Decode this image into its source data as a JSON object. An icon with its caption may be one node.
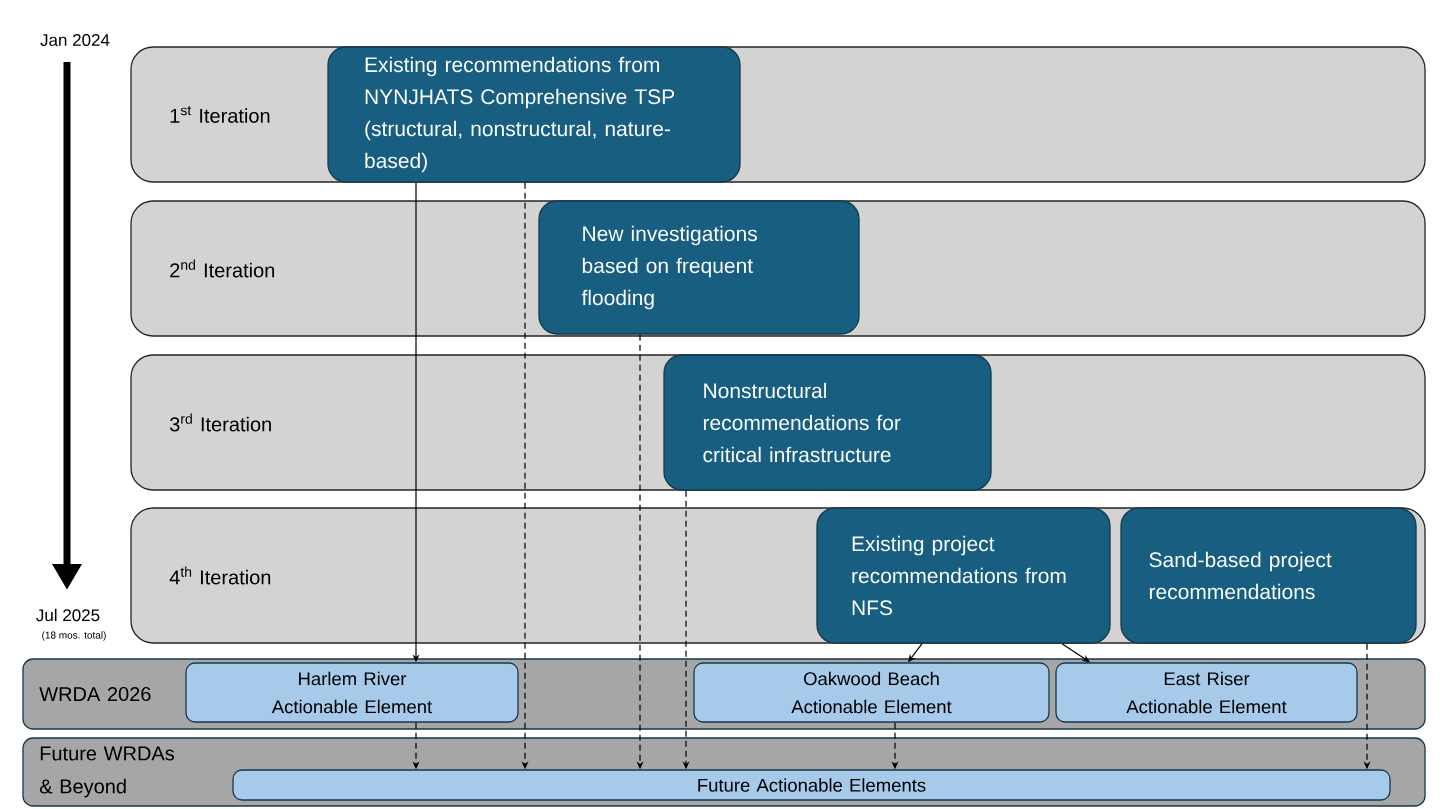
{
  "diagram": {
    "nodes": [
      {
        "text": [
          "1$^{st}$ Iteration"
        ]
      },
      {
        "text": [
          "Existing recommendations from NYNJHATS Comprehensive TSP (structural, nonstructural, nature-based)"
        ],
        "in": 0
      },
      {
        "text": [
          "2$^{nd}$ Iteration"
        ]
      },
      {
        "text": [
          "New investigations based on frequent flooding"
        ],
        "in": 2
      },
      {
        "text": [
          "3$^{rd}$ Iteration"
        ]
      },
      {
        "text": [
          "Nonstructural recommendations for critical infrastructure"
        ],
        "in": 4
      },
      {
        "text": [
          "4$^{th}$ Iteration"
        ]
      },
      {
        "text": [
          "Existing project recommendations from NFS"
        ],
        "in": 6
      },
      {
        "text": [
          "Sand-based project recommendations"
        ],
        "in": 6
      },
      {
        "text": [
          "WRDA 2026"
        ]
      },
      {
        "text": [
          "Harlem River Actionable Element"
        ],
        "in": 9
      },
      {
        "text": [
          "Oakwood Beach Actionable Element"
        ],
        "in": 9
      },
      {
        "text": [
          "East Riser Actionable Element"
        ],
        "in": 9
      },
      {
        "text": [
          "Future WRDAs & Beyond"
        ]
      },
      {
        "text": [
          "Future Actionable Elements"
        ],
        "in": 13
      }
    ],
    "edges": [
      {
        "from": 1,
        "to": 10,
        "arrow": "to"
      },
      {
        "from": 10,
        "to": 14,
        "arrow": "to",
        "style": "dashed"
      },
      {
        "from": 1,
        "to": 14,
        "arrow": "to",
        "style": "dashed"
      },
      {
        "from": 3,
        "to": 14,
        "arrow": "to",
        "style": "dashed"
      },
      {
        "from": 5,
        "to": 14,
        "arrow": "to",
        "style": "dashed"
      },
      {
        "from": 7,
        "to": 11,
        "arrow": "to"
      },
      {
        "from": 7,
        "to": 12,
        "arrow": "to"
      },
      {
        "from": 11,
        "to": 14,
        "arrow": "to",
        "style": "dashed"
      },
      {
        "from": 8,
        "to": 14,
        "arrow": "to",
        "style": "dashed"
      }
    ],
    "labels": [
      "Jan 2024",
      "Jul 2025",
      "(18 mos. total)"
    ]
  }
}
